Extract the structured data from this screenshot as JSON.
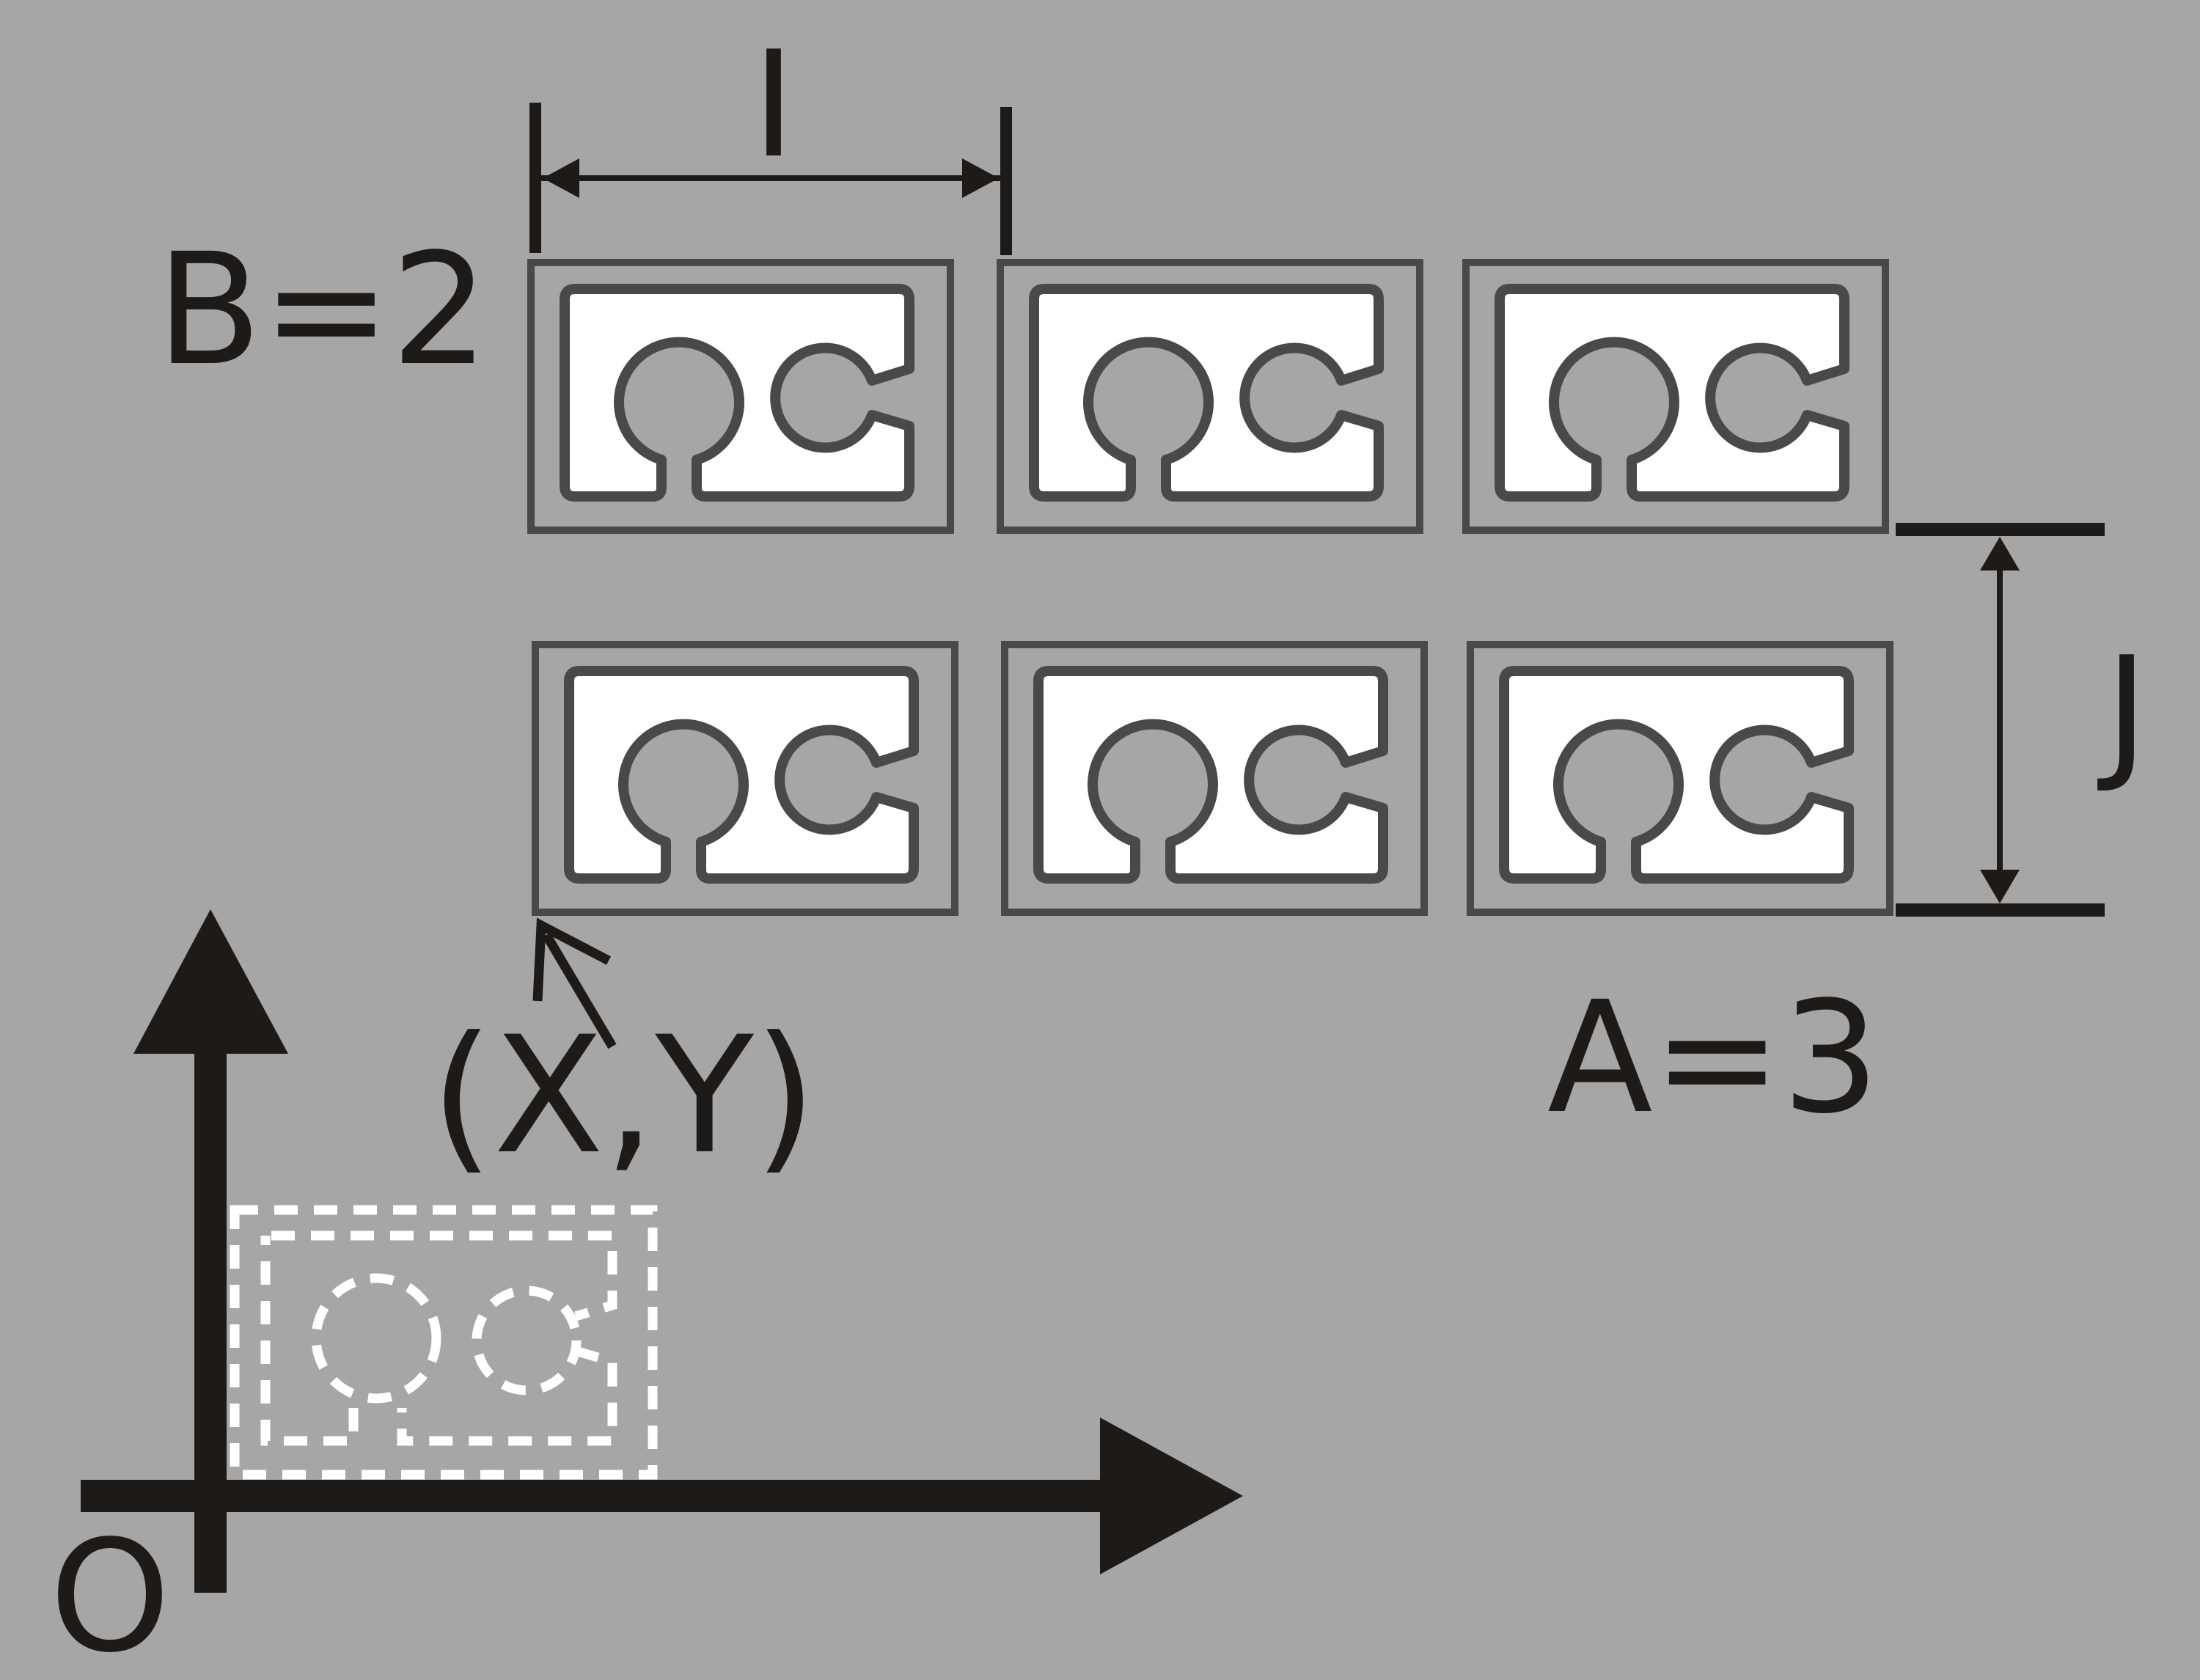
{
  "labels": {
    "pitch_x": "I",
    "pitch_y": "J",
    "rows": "B=2",
    "columns": "A=3",
    "origin_point": "(X,Y)",
    "origin": "O"
  },
  "grid": {
    "columns": 3,
    "rows": 2
  },
  "colors": {
    "background": "#a6a6a6",
    "ink": "#1e1a17",
    "part_outline": "#4a4849",
    "part_fill": "#ffffff",
    "template_dash": "#ffffff"
  }
}
